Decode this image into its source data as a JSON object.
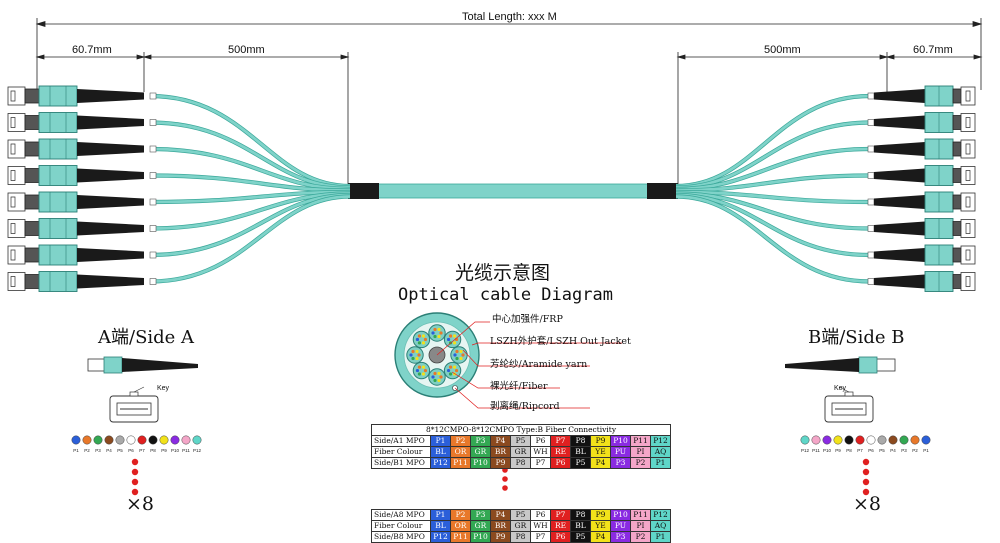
{
  "total_length": "Total Length: xxx M",
  "dims": {
    "left_connector": "60.7mm",
    "left_breakout": "500mm",
    "right_breakout": "500mm",
    "right_connector": "60.7mm"
  },
  "title_cn": "光缆示意图",
  "title_en": "Optical cable Diagram",
  "side_a": "A端/Side A",
  "side_b": "B端/Side B",
  "key_label": "Key",
  "multiplier": "×8",
  "cross_section_labels": [
    "中心加强件/FRP",
    "LSZH外护套/LSZH Out Jacket",
    "芳纶纱/Aramide yarn",
    "裸光纤/Fiber",
    "剥离绳/Ripcord"
  ],
  "fiber_labels": [
    "P1",
    "P2",
    "P3",
    "P4",
    "P5",
    "P6",
    "P7",
    "P8",
    "P9",
    "P10",
    "P11",
    "P12"
  ],
  "fiber_dot_colors": [
    "#2b5fd9",
    "#e8782a",
    "#33a853",
    "#8b4a1f",
    "#aaaaaa",
    "#ffffff",
    "#e02020",
    "#111111",
    "#f2e21a",
    "#8a2be2",
    "#f4a6c8",
    "#5fd6c8"
  ],
  "table": {
    "title": "8*12CMPO-8*12CMPO Type:B Fiber Connectivity",
    "rows": [
      {
        "label": "Side/A1 MPO",
        "cells": [
          "P1",
          "P2",
          "P3",
          "P4",
          "P5",
          "P6",
          "P7",
          "P8",
          "P9",
          "P10",
          "P11",
          "P12"
        ],
        "colors": [
          "#2b5fd9",
          "#e8782a",
          "#33a853",
          "#8b4a1f",
          "#c8c8c8",
          "#ffffff",
          "#e02020",
          "#111111",
          "#f2e21a",
          "#8a2be2",
          "#f4a6c8",
          "#5fd6c8"
        ]
      },
      {
        "label": "Fiber Colour",
        "cells": [
          "BL",
          "OR",
          "GR",
          "BR",
          "GR",
          "WH",
          "RE",
          "BL",
          "YE",
          "PU",
          "PI",
          "AQ"
        ],
        "colors": [
          "#2b5fd9",
          "#e8782a",
          "#33a853",
          "#8b4a1f",
          "#c8c8c8",
          "#ffffff",
          "#e02020",
          "#111111",
          "#f2e21a",
          "#8a2be2",
          "#f4a6c8",
          "#5fd6c8"
        ]
      },
      {
        "label": "Side/B1 MPO",
        "cells": [
          "P12",
          "P11",
          "P10",
          "P9",
          "P8",
          "P7",
          "P6",
          "P5",
          "P4",
          "P3",
          "P2",
          "P1"
        ],
        "colors": [
          "#2b5fd9",
          "#e8782a",
          "#33a853",
          "#8b4a1f",
          "#c8c8c8",
          "#ffffff",
          "#e02020",
          "#111111",
          "#f2e21a",
          "#8a2be2",
          "#f4a6c8",
          "#5fd6c8"
        ]
      },
      {
        "label": "Side/A8 MPO",
        "cells": [
          "P1",
          "P2",
          "P3",
          "P4",
          "P5",
          "P6",
          "P7",
          "P8",
          "P9",
          "P10",
          "P11",
          "P12"
        ],
        "colors": [
          "#2b5fd9",
          "#e8782a",
          "#33a853",
          "#8b4a1f",
          "#c8c8c8",
          "#ffffff",
          "#e02020",
          "#111111",
          "#f2e21a",
          "#8a2be2",
          "#f4a6c8",
          "#5fd6c8"
        ]
      },
      {
        "label": "Fiber Colour",
        "cells": [
          "BL",
          "OR",
          "GR",
          "BR",
          "GR",
          "WH",
          "RE",
          "BL",
          "YE",
          "PU",
          "PI",
          "AQ"
        ],
        "colors": [
          "#2b5fd9",
          "#e8782a",
          "#33a853",
          "#8b4a1f",
          "#c8c8c8",
          "#ffffff",
          "#e02020",
          "#111111",
          "#f2e21a",
          "#8a2be2",
          "#f4a6c8",
          "#5fd6c8"
        ]
      },
      {
        "label": "Side/B8 MPO",
        "cells": [
          "P12",
          "P11",
          "P10",
          "P9",
          "P8",
          "P7",
          "P6",
          "P5",
          "P4",
          "P3",
          "P2",
          "P1"
        ],
        "colors": [
          "#2b5fd9",
          "#e8782a",
          "#33a853",
          "#8b4a1f",
          "#c8c8c8",
          "#ffffff",
          "#e02020",
          "#111111",
          "#f2e21a",
          "#8a2be2",
          "#f4a6c8",
          "#5fd6c8"
        ]
      }
    ]
  },
  "colors": {
    "cable_aqua": "#7fd3c9",
    "cable_stroke": "#3aa89a",
    "boot_black": "#1a1a1a",
    "ellipsis_red": "#e02020"
  },
  "cable": {
    "legs_per_side": 8
  }
}
